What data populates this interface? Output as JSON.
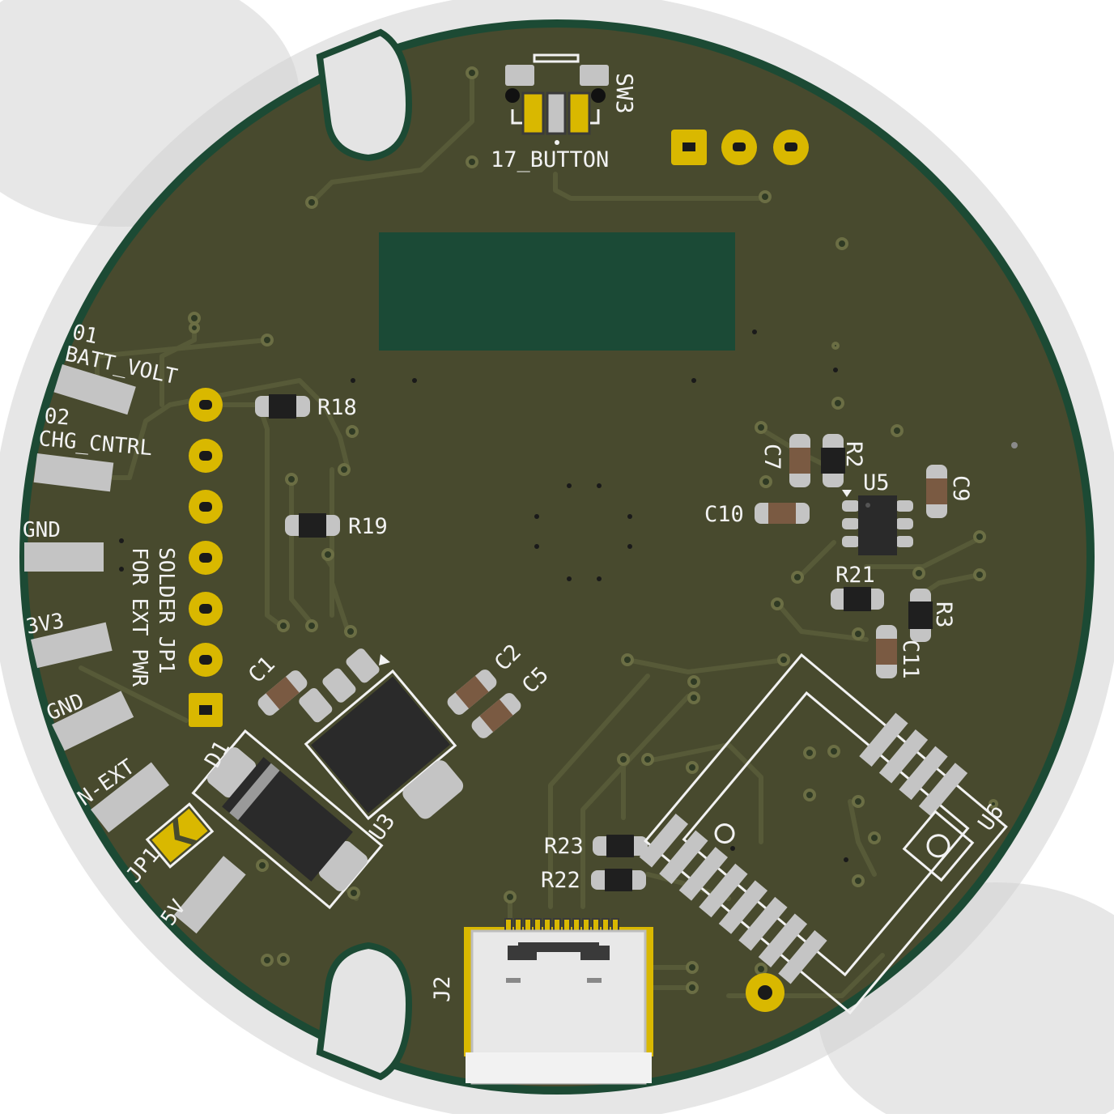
{
  "colors": {
    "background": "#ffffff",
    "shadow": "#dcdcdc",
    "board": "#484a2e",
    "board_edge": "#1c4a34",
    "antenna_keepout": "#1b4a36",
    "copper_trace": "#575a38",
    "silkscreen": "#f2f2f2",
    "pad_gold": "#d9b800",
    "pad_silver": "#c4c4c4",
    "ic_body": "#2a2a2a",
    "smd_tan": "#7a5a42"
  },
  "silk": {
    "sw3": "SW3",
    "button": "17_BUTTON",
    "r18": "R18",
    "r19": "R19",
    "c7": "C7",
    "r2": "R2",
    "u5": "U5",
    "c9": "C9",
    "c10": "C10",
    "r21": "R21",
    "r3": "R3",
    "c11": "C11",
    "c1": "C1",
    "c2": "C2",
    "c5": "C5",
    "d1": "D1",
    "u3": "U3",
    "u6": "U6",
    "r23": "R23",
    "r22": "R22",
    "j2": "J2",
    "jp1": "JP1",
    "pin01": "01",
    "batt_volt": "BATT_VOLT",
    "pin02": "02",
    "chg_cntrl": "CHG_CNTRL",
    "gnd1": "GND",
    "v3v3": "3V3",
    "gnd2": "GND",
    "n_ext": "N-EXT",
    "v5v": "5V",
    "solder_note_1": "SOLDER JP1",
    "solder_note_2": "FOR EXT PWR"
  }
}
